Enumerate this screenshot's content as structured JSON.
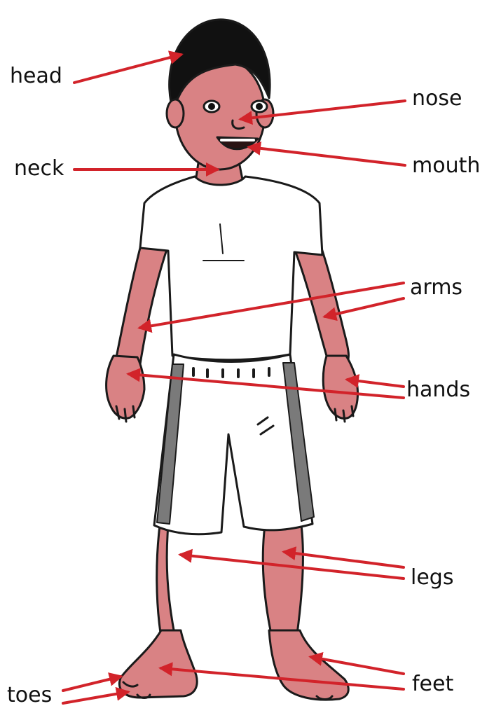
{
  "labels": {
    "head": "head",
    "nose": "nose",
    "neck": "neck",
    "mouth": "mouth",
    "arms": "arms",
    "hands": "hands",
    "legs": "legs",
    "feet": "feet",
    "toes": "toes"
  },
  "colors": {
    "arrow": "#d2232a",
    "skin": "#d98284",
    "skin_shadow": "#c46a6e",
    "hair": "#111111",
    "outline": "#1a1a1a",
    "shirt": "#ffffff",
    "shorts_stripe": "#7a7a7a"
  }
}
